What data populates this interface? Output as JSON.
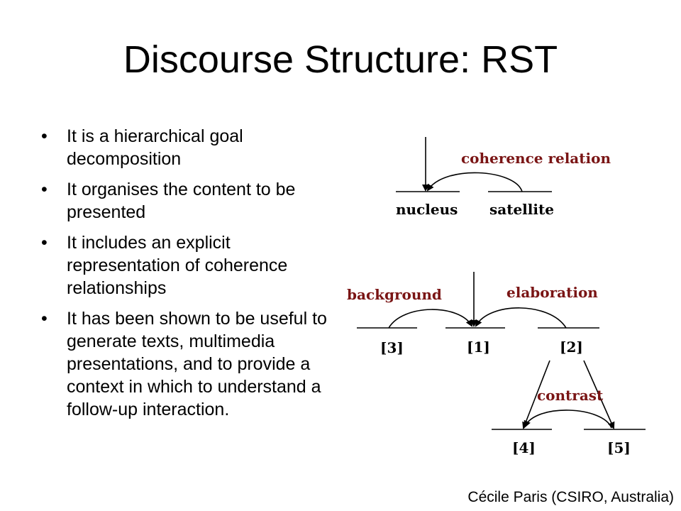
{
  "slide": {
    "title": "Discourse Structure: RST",
    "bullet_char": "•",
    "bullets": [
      "It is a hierarchical goal decomposition",
      "It organises the content to be presented",
      "It includes an explicit representation of coherence relationships",
      "It has been shown to be useful to generate texts, multimedia presentations, and to provide a context in which to understand a follow-up interaction."
    ],
    "credit": "Cécile Paris (CSIRO, Australia)"
  },
  "diagram_top": {
    "relation": "coherence relation",
    "nucleus": "nucleus",
    "satellite": "satellite"
  },
  "diagram_bottom": {
    "relation_left": "background",
    "relation_right": "elaboration",
    "relation_lower": "contrast",
    "nodes": [
      "[3]",
      "[1]",
      "[2]",
      "[4]",
      "[5]"
    ]
  },
  "colors": {
    "relation_label": "#7a1515",
    "line": "#000000"
  }
}
